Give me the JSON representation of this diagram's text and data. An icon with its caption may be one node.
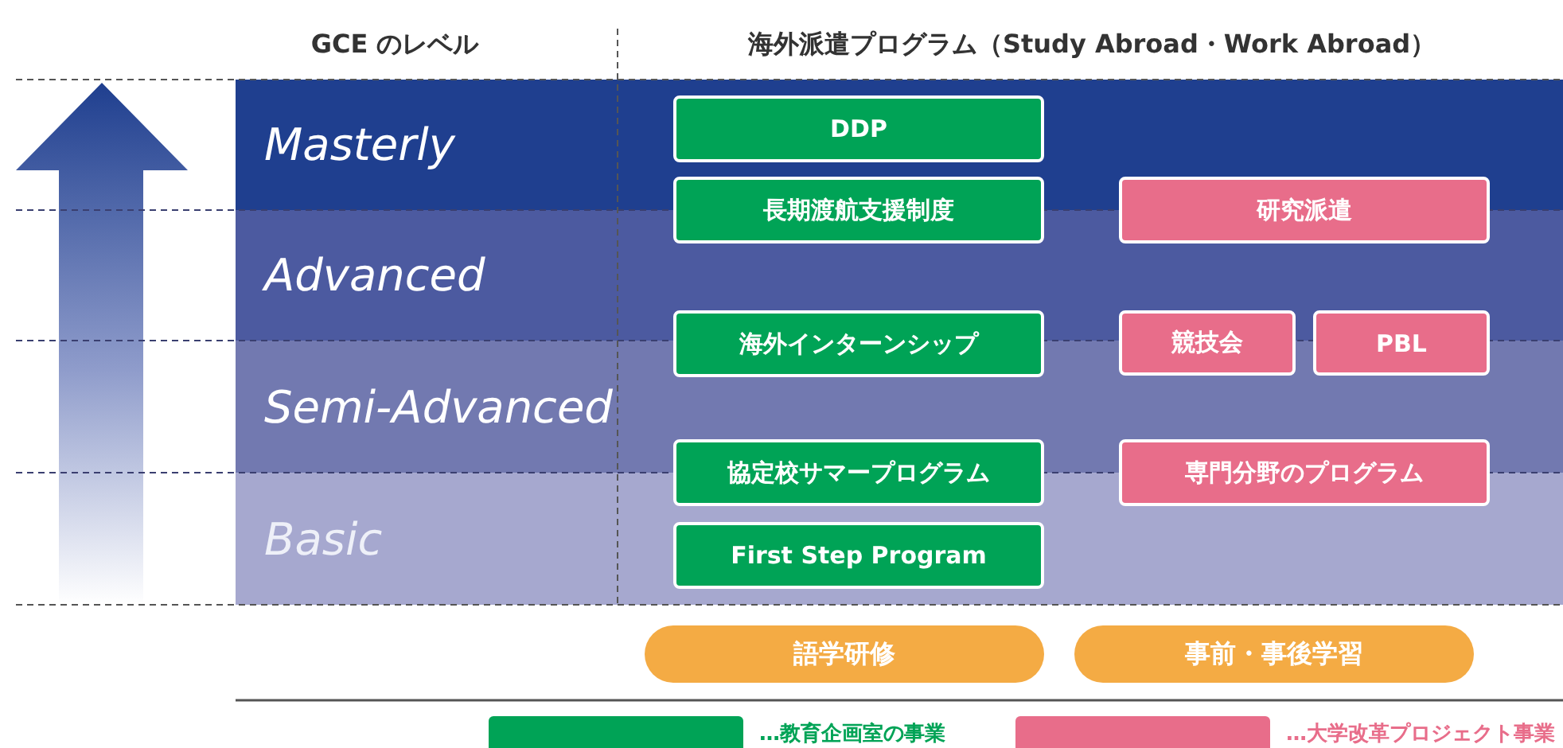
{
  "diagram": {
    "nodes": [
      {
        "text": [
          "Masterly"
        ]
      },
      {
        "text": [
          "Advanced"
        ]
      },
      {
        "text": [
          "Semi-Advanced"
        ]
      },
      {
        "text": [
          "Basic"
        ]
      },
      {
        "text": [
          "DDP"
        ],
        "in": 0
      },
      {
        "text": [
          "長期渡航支援制度"
        ]
      },
      {
        "text": [
          "研究派遣"
        ]
      },
      {
        "text": [
          "海外インターンシップ"
        ]
      },
      {
        "text": [
          "競技会"
        ]
      },
      {
        "text": [
          "PBL"
        ]
      },
      {
        "text": [
          "協定校サマープログラム"
        ]
      },
      {
        "text": [
          "専門分野のプログラム"
        ]
      },
      {
        "text": [
          "First Step Program"
        ],
        "in": 3
      },
      {
        "text": [
          "語学研修"
        ]
      },
      {
        "text": [
          "事前・事後学習"
        ]
      }
    ],
    "edges": [],
    "labels": [
      "GCE のレベル",
      "海外派遣プログラム（Study Abroad・Work Abroad）"
    ],
    "legend": [
      {
        "text": "…教育企画室の事業",
        "color": "#00a356"
      },
      {
        "text": "…大学改革プロジェクト事業",
        "color": "#e86d8a"
      }
    ]
  }
}
